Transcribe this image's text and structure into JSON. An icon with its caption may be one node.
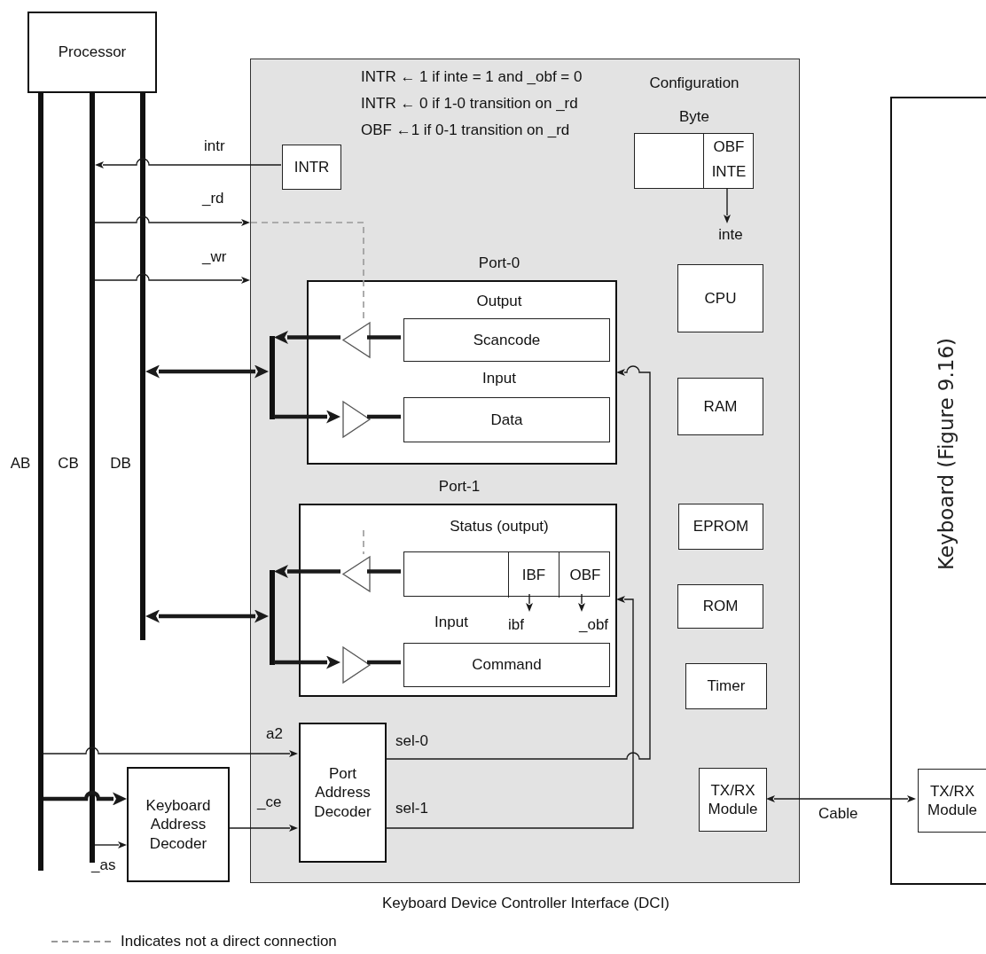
{
  "diagram": {
    "nodes": [
      {
        "text": [
          "Processor"
        ]
      },
      {
        "text": [],
        "shape": "bar",
        "beside": [
          "AB"
        ]
      },
      {
        "text": [],
        "shape": "bar",
        "beside": [
          "CB"
        ]
      },
      {
        "text": [],
        "shape": "bar",
        "beside": [
          "DB"
        ]
      },
      {
        "text": [
          "Keyboard Device Controller Interface (DCI)"
        ]
      },
      {
        "text": [
          "INTR"
        ],
        "in": 4
      },
      {
        "text": [
          "Configuration Byte",
          "OBF",
          "INTE"
        ],
        "in": 4
      },
      {
        "text": [
          "inte"
        ],
        "in": 4
      },
      {
        "text": [
          "Port-0",
          "Output",
          "Input"
        ],
        "in": 4
      },
      {
        "text": [
          "Scancode"
        ],
        "in": 8
      },
      {
        "text": [],
        "shape": "triangle",
        "in": 8
      },
      {
        "text": [
          "Data"
        ],
        "in": 8
      },
      {
        "text": [],
        "shape": "triangle",
        "in": 8
      },
      {
        "text": [],
        "shape": "bar",
        "in": 4
      },
      {
        "text": [
          "Port-1",
          "Status (output)",
          "Input"
        ],
        "in": 4
      },
      {
        "text": [],
        "shape": "box",
        "in": 14
      },
      {
        "text": [
          "IBF"
        ],
        "in": 15
      },
      {
        "text": [
          "OBF"
        ],
        "in": 15
      },
      {
        "text": [
          "ibf"
        ],
        "in": 14
      },
      {
        "text": [
          "_obf"
        ],
        "in": 14
      },
      {
        "text": [
          "Command"
        ],
        "in": 14
      },
      {
        "text": [],
        "shape": "triangle",
        "in": 14
      },
      {
        "text": [],
        "shape": "triangle",
        "in": 14
      },
      {
        "text": [],
        "shape": "bar",
        "in": 4
      },
      {
        "text": [
          "CPU"
        ],
        "in": 4
      },
      {
        "text": [
          "RAM"
        ],
        "in": 4
      },
      {
        "text": [
          "EPROM"
        ],
        "in": 4
      },
      {
        "text": [
          "ROM"
        ],
        "in": 4
      },
      {
        "text": [
          "Timer"
        ],
        "in": 4
      },
      {
        "text": [
          "TX/RX Module"
        ],
        "in": 4
      },
      {
        "text": [
          "Port Address Decoder"
        ],
        "in": 4
      },
      {
        "text": [
          "Keyboard Address Decoder"
        ]
      },
      {
        "text": [
          "Keyboard (Figure 9.16)"
        ]
      },
      {
        "text": [
          "TX/RX Module"
        ],
        "in": 32
      }
    ],
    "edges": [
      {
        "from": 5,
        "to": 2,
        "arrow": "to",
        "label": "intr"
      },
      {
        "from": 2,
        "to": 4,
        "arrow": "to",
        "label": "_rd"
      },
      {
        "from": 2,
        "to": 4,
        "arrow": "to",
        "label": "_wr"
      },
      {
        "from": null,
        "to": 10,
        "arrow": "none",
        "style": "dashed",
        "color": "#999999"
      },
      {
        "from": 3,
        "to": 13,
        "arrow": "both",
        "style": "thick"
      },
      {
        "from": 10,
        "to": 13,
        "arrow": "to",
        "style": "thick"
      },
      {
        "from": 13,
        "to": 12,
        "arrow": "to",
        "style": "thick"
      },
      {
        "from": 9,
        "to": 10,
        "arrow": "none",
        "style": "thick"
      },
      {
        "from": 12,
        "to": 11,
        "arrow": "none",
        "style": "thick"
      },
      {
        "from": null,
        "to": 21,
        "arrow": "none",
        "style": "dashed",
        "color": "#999999"
      },
      {
        "from": 3,
        "to": 23,
        "arrow": "both",
        "style": "thick"
      },
      {
        "from": 21,
        "to": 23,
        "arrow": "to",
        "style": "thick"
      },
      {
        "from": 23,
        "to": 22,
        "arrow": "to",
        "style": "thick"
      },
      {
        "from": 15,
        "to": 21,
        "arrow": "none",
        "style": "thick"
      },
      {
        "from": 22,
        "to": 20,
        "arrow": "none",
        "style": "thick"
      },
      {
        "from": 16,
        "to": 18,
        "arrow": "to"
      },
      {
        "from": 17,
        "to": 19,
        "arrow": "to"
      },
      {
        "from": 6,
        "to": 7,
        "arrow": "to"
      },
      {
        "from": 1,
        "to": 30,
        "arrow": "to",
        "label": "a2"
      },
      {
        "from": 1,
        "to": 31,
        "arrow": "to",
        "style": "thick"
      },
      {
        "from": 2,
        "to": 31,
        "arrow": "to",
        "label": "_as"
      },
      {
        "from": 31,
        "to": 30,
        "arrow": "to",
        "label": "_ce"
      },
      {
        "from": 30,
        "to": 8,
        "arrow": "to",
        "label": "sel-0"
      },
      {
        "from": 30,
        "to": 14,
        "arrow": "to",
        "label": "sel-1"
      },
      {
        "from": 29,
        "to": 33,
        "arrow": "both",
        "label": "Cable"
      }
    ],
    "labels": [
      "INTR ← 1 if inte = 1 and _obf = 0",
      "INTR ← 0 if 1-0 transition on _rd",
      "OBF ←1 if 0-1 transition on _rd"
    ],
    "legend": [
      {
        "text": "Indicates not a direct connection"
      }
    ]
  }
}
